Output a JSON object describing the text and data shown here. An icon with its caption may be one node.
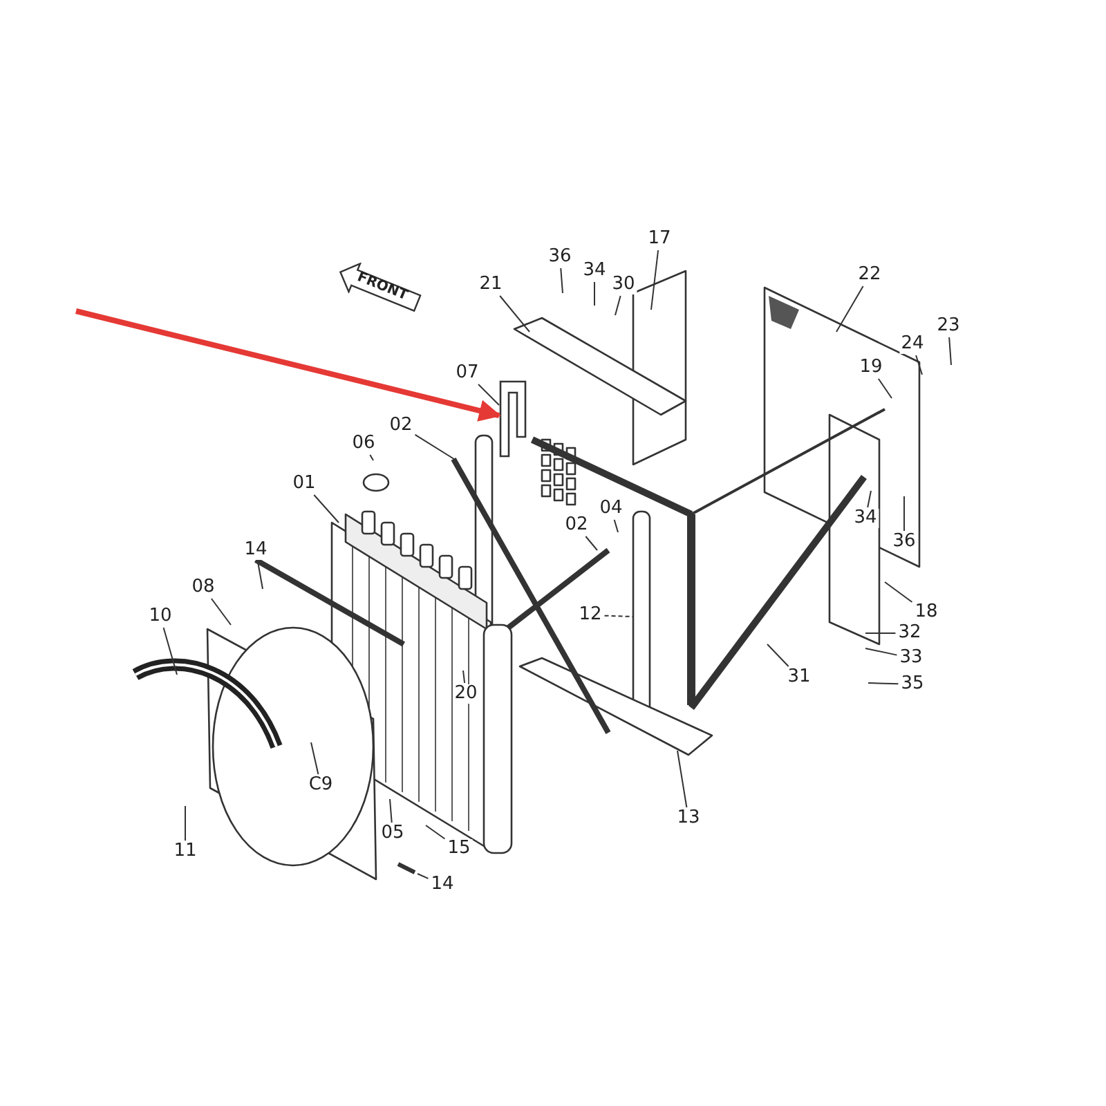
{
  "diagram": {
    "nodes": [
      {
        "text": [
          "FRONT"
        ]
      },
      {
        "text": [],
        "shape": "bar"
      },
      {
        "text": [
          "36"
        ]
      },
      {
        "text": [
          "34"
        ]
      },
      {
        "text": [
          "30"
        ]
      },
      {
        "text": [
          "17"
        ]
      },
      {
        "text": [
          "21"
        ]
      },
      {
        "text": [
          "22"
        ]
      },
      {
        "text": [
          "23"
        ]
      },
      {
        "text": [
          "24"
        ]
      },
      {
        "text": [
          "07"
        ]
      },
      {
        "text": [
          "19"
        ]
      },
      {
        "text": [
          "02"
        ]
      },
      {
        "text": [
          "06"
        ]
      },
      {
        "text": [
          "01"
        ]
      },
      {
        "text": [
          "02"
        ]
      },
      {
        "text": [
          "04"
        ]
      },
      {
        "text": [
          "34"
        ]
      },
      {
        "text": [
          "36"
        ]
      },
      {
        "text": [
          "14"
        ]
      },
      {
        "text": [
          "08"
        ]
      },
      {
        "text": [
          "12"
        ]
      },
      {
        "text": [
          "18"
        ]
      },
      {
        "text": [
          "10"
        ]
      },
      {
        "text": [
          "20"
        ]
      },
      {
        "text": [
          "32"
        ]
      },
      {
        "text": [
          "31"
        ]
      },
      {
        "text": [
          "33"
        ]
      },
      {
        "text": [
          "35"
        ]
      },
      {
        "text": [
          "C9"
        ]
      },
      {
        "text": [
          "05"
        ]
      },
      {
        "text": [
          "15"
        ]
      },
      {
        "text": [
          "13"
        ]
      },
      {
        "text": [
          "11"
        ]
      },
      {
        "text": [
          "14"
        ]
      }
    ],
    "edges": [
      {
        "from": null,
        "to": 1,
        "arrow": "to",
        "style": "thick",
        "color": "#e53935"
      },
      {
        "from": 2,
        "to": null,
        "arrow": "none"
      },
      {
        "from": 3,
        "to": null,
        "arrow": "none"
      },
      {
        "from": 4,
        "to": null,
        "arrow": "none"
      },
      {
        "from": 5,
        "to": null,
        "arrow": "none"
      },
      {
        "from": 6,
        "to": null,
        "arrow": "none"
      },
      {
        "from": 7,
        "to": null,
        "arrow": "none"
      },
      {
        "from": 8,
        "to": null,
        "arrow": "none"
      },
      {
        "from": 9,
        "to": null,
        "arrow": "none"
      },
      {
        "from": 10,
        "to": 1,
        "arrow": "none"
      },
      {
        "from": 11,
        "to": null,
        "arrow": "none"
      },
      {
        "from": 12,
        "to": null,
        "arrow": "none"
      },
      {
        "from": 13,
        "to": null,
        "arrow": "none"
      },
      {
        "from": 14,
        "to": null,
        "arrow": "none"
      },
      {
        "from": 15,
        "to": null,
        "arrow": "none"
      },
      {
        "from": 16,
        "to": null,
        "arrow": "none"
      },
      {
        "from": 17,
        "to": null,
        "arrow": "none"
      },
      {
        "from": 18,
        "to": null,
        "arrow": "none"
      },
      {
        "from": 19,
        "to": null,
        "arrow": "none"
      },
      {
        "from": 20,
        "to": null,
        "arrow": "none"
      },
      {
        "from": 21,
        "to": null,
        "arrow": "none",
        "style": "dashed"
      },
      {
        "from": 22,
        "to": null,
        "arrow": "none"
      },
      {
        "from": 23,
        "to": null,
        "arrow": "none"
      },
      {
        "from": 24,
        "to": null,
        "arrow": "none"
      },
      {
        "from": 25,
        "to": null,
        "arrow": "none"
      },
      {
        "from": 26,
        "to": null,
        "arrow": "none"
      },
      {
        "from": 27,
        "to": null,
        "arrow": "none"
      },
      {
        "from": 28,
        "to": null,
        "arrow": "none"
      },
      {
        "from": 29,
        "to": null,
        "arrow": "none"
      },
      {
        "from": 30,
        "to": null,
        "arrow": "none"
      },
      {
        "from": 31,
        "to": null,
        "arrow": "none"
      },
      {
        "from": 32,
        "to": null,
        "arrow": "none"
      },
      {
        "from": 33,
        "to": null,
        "arrow": "none"
      },
      {
        "from": 34,
        "to": null,
        "arrow": "none"
      }
    ]
  }
}
